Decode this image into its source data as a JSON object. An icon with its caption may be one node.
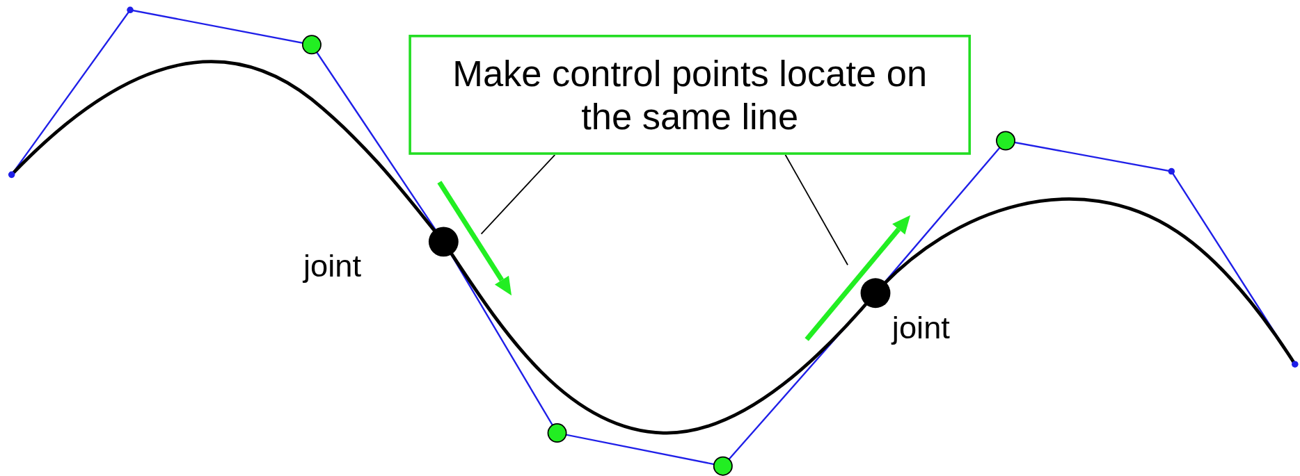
{
  "diagram": {
    "nodes": [
      {
        "text": [
          "Make control points locate on the same line"
        ]
      },
      {
        "text": [],
        "shape": "arrow"
      },
      {
        "text": [],
        "shape": "arrow"
      }
    ],
    "edges": [
      {
        "from": 0,
        "to": 1,
        "arrow": "none"
      },
      {
        "from": 0,
        "to": 2,
        "arrow": "none"
      }
    ],
    "labels": [
      "joint",
      "joint"
    ]
  }
}
